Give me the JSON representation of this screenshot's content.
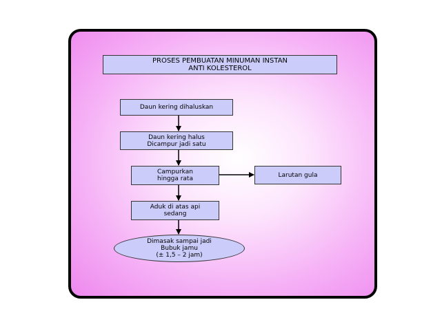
{
  "diagram": {
    "title": "PROSES PEMBUATAN  MINUMAN INSTAN\nANTI KOLESTEROL",
    "steps": [
      "Daun kering dihaluskan",
      "Daun kering halus\nDicampur jadi satu",
      "Campurkan\nhingga rata",
      "Aduk di atas api\nsedang",
      "Dimasak sampai jadi\nBubuk jamu\n(± 1,5 – 2 jam)"
    ],
    "side_input": "Larutan gula"
  },
  "colors": {
    "box_fill": "#ccccfa",
    "frame_fill_outer": "#ee88ee",
    "frame_border": "#000000"
  }
}
